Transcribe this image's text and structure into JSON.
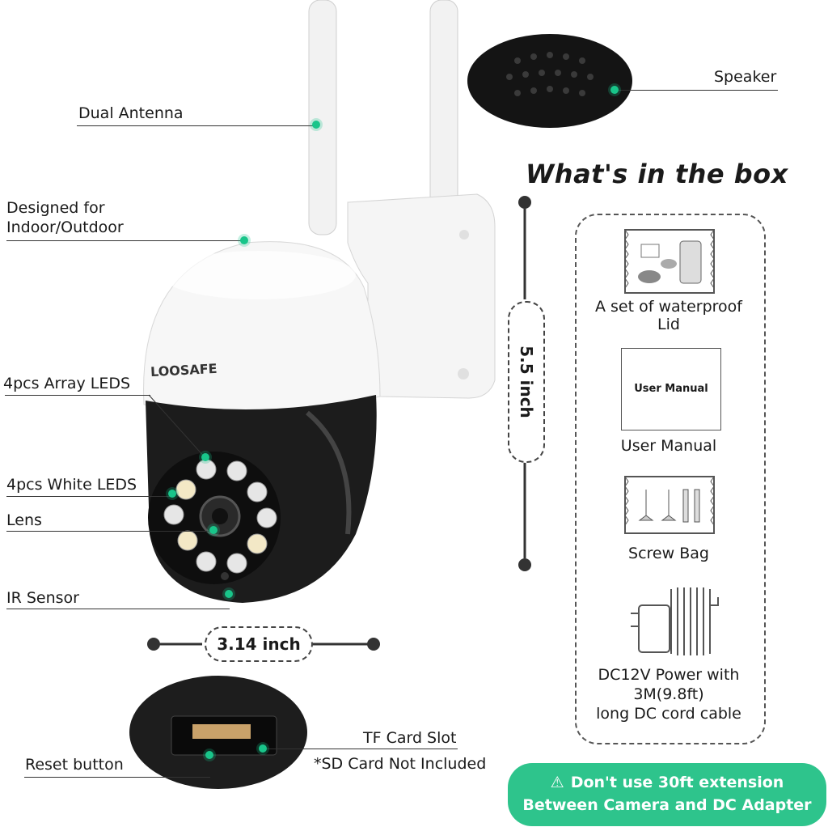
{
  "callouts": {
    "dual_antenna": "Dual Antenna",
    "designed_for_line1": "Designed for",
    "designed_for_line2": "Indoor/Outdoor",
    "array_leds": "4pcs Array LEDS",
    "white_leds": "4pcs White LEDS",
    "lens": "Lens",
    "ir_sensor": "IR Sensor",
    "speaker": "Speaker",
    "tf_card_slot": "TF Card Slot",
    "sd_note": "*SD Card Not Included",
    "reset_button": "Reset button"
  },
  "brand": "LOOSAFE",
  "dimensions": {
    "height": "5.5 inch",
    "width": "3.14 inch"
  },
  "box": {
    "title": "What's in the box",
    "items": [
      {
        "label_line1": "A set of waterproof",
        "label_line2": "Lid",
        "icon": "waterproof-lid-bag-icon"
      },
      {
        "label_line1": "User Manual",
        "manual_cover": "User Manual",
        "icon": "user-manual-icon"
      },
      {
        "label_line1": "Screw Bag",
        "icon": "screw-bag-icon"
      },
      {
        "label_line1": "DC12V Power with",
        "label_line2": "3M(9.8ft)",
        "label_line3": "long DC cord cable",
        "icon": "power-adapter-icon"
      }
    ]
  },
  "warning": {
    "line1": "Don't use 30ft extension",
    "line2": "Between Camera and DC Adapter",
    "icon": "warning-triangle-icon"
  },
  "colors": {
    "accent": "#2ec48c",
    "dot": "#19c58a"
  }
}
